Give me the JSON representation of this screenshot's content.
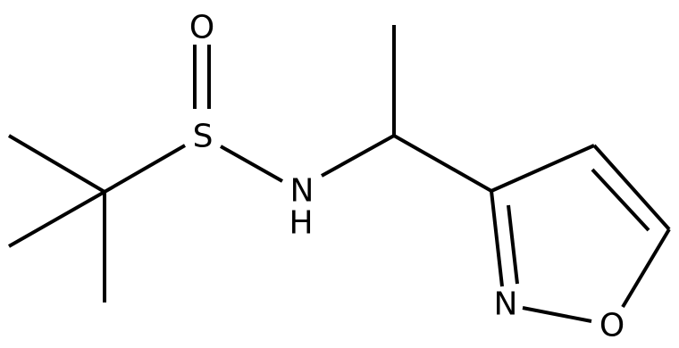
{
  "atoms": {
    "sulfinyl_oxygen": "O",
    "sulfur": "S",
    "amine_nitrogen": "N",
    "amine_hydrogen": "H",
    "ring_nitrogen": "N",
    "ring_oxygen": "O"
  },
  "colors": {
    "ink": "#000000",
    "background": "#ffffff"
  }
}
